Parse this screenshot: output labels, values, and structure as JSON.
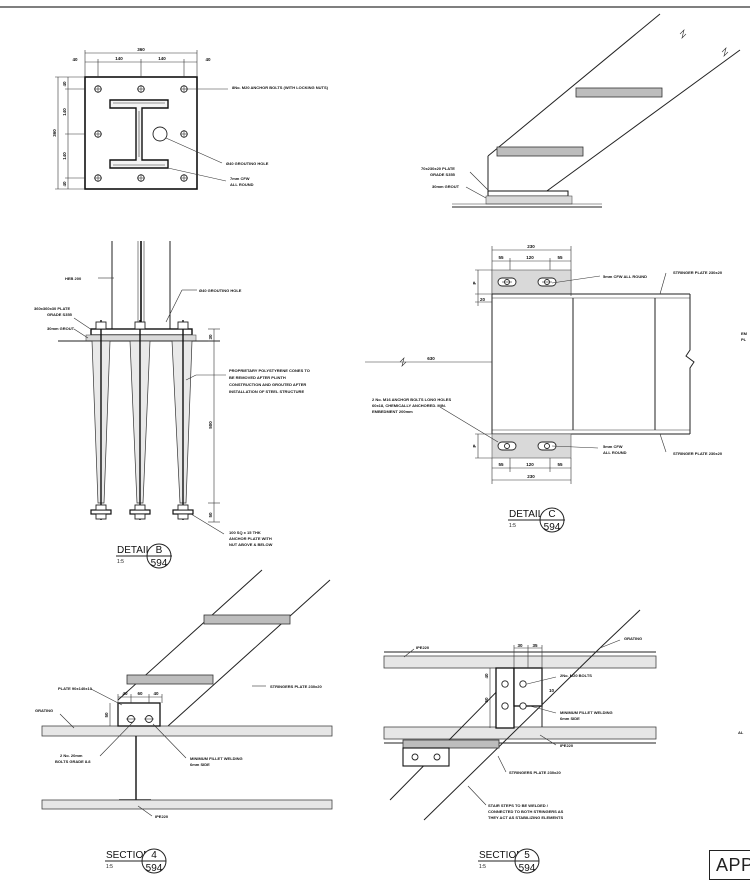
{
  "sheet": {
    "badge_text": "APP"
  },
  "plan": {
    "overall_width": "360",
    "edge_left": "40",
    "spacing_1": "140",
    "spacing_2": "140",
    "edge_right": "40",
    "overall_height": "360",
    "v_edge_top": "40",
    "v_spacing_1": "140",
    "v_spacing_2": "140",
    "v_edge_bottom": "40",
    "note_bolts": "8No. M20 ANCHOR BOLTS (WITH LOCKING NUTS)",
    "note_grout_hole": "Ø40 GROUTING HOLE",
    "note_weld_1": "7mm CFW",
    "note_weld_2": "ALL ROUND"
  },
  "stair_base": {
    "plate_1": "70x230x20 PLATE",
    "plate_2": "GRADE S355",
    "grout": "30mm GROUT"
  },
  "detail_b": {
    "column": "HEB 200",
    "grout_hole": "Ø40 GROUTING HOLE",
    "plate_1": "360x360x30 PLATE",
    "plate_2": "GRADE S355",
    "grout": "30mm GROUT",
    "note_1": "PROPRIETARY POLYSTYRENE CONES TO",
    "note_2": "BE REMOVED AFTER PLINTH",
    "note_3": "CONSTRUCTION AND GROUTED AFTER",
    "note_4": "INSTALLATION OF STEEL STRUCTURE",
    "dim_30": "30",
    "dim_500": "500",
    "dim_50": "50",
    "anchor_1": "100 SQ x 15 THK",
    "anchor_2": "ANCHOR PLATE WITH",
    "anchor_3": "NUT ABOVE & BELOW",
    "title": "DETAIL",
    "letter": "B",
    "scale": "1:5",
    "sheet_no": "594"
  },
  "detail_c": {
    "dim_top": "230",
    "dim_55a": "55",
    "dim_120": "120",
    "dim_55b": "55",
    "weld_top": "5mm CFW ALL ROUND",
    "stringer_top": "STRINGER PLATE 230x20",
    "dim_630": "630",
    "dim_20": "20",
    "anchor_1": "2 No. M16 ANCHOR BOLTS LONG HOLES",
    "anchor_2": "60x18, CHEMICALLY ANCHORED. MIN.",
    "anchor_3": "EMBEDMENT 200mm",
    "weld_bot_1": "5mm CFW",
    "weld_bot_2": "ALL ROUND",
    "stringer_bot": "STRINGER PLATE 230x20",
    "dim_bot": "230",
    "dim_55c": "55",
    "dim_120b": "120",
    "dim_55d": "55",
    "title": "DETAIL",
    "letter": "C",
    "scale": "1:5",
    "sheet_no": "594",
    "cut_label_1": "EM",
    "cut_label_2": "PL"
  },
  "section_4": {
    "plate": "PLATE 90x140x10",
    "grating": "GRATING",
    "dim_40a": "40",
    "dim_60": "60",
    "dim_40b": "40",
    "dim_50": "50",
    "bolts_1": "2 No. 20mm",
    "bolts_2": "BOLTS GRADE 8.8",
    "weld_1": "MINIMUM FILLET WELDING",
    "weld_2": "6mm SIDE",
    "stringers": "STRINGERS PLATE 230x20",
    "beam": "IPE220",
    "title": "SECTION",
    "number": "4",
    "scale": "1:5",
    "sheet_no": "594"
  },
  "section_5": {
    "beam_top": "IPE220",
    "grating": "GRATING",
    "dim_30": "30",
    "dim_35": "35",
    "dim_40": "40",
    "dim_50": "50",
    "dim_10": "10",
    "bolts": "2No. M20 BOLTS",
    "weld_1": "MINIMUM FILLET WELDING",
    "weld_2": "6mm SIDE",
    "beam_bot": "IPE220",
    "stringers": "STRINGERS PLATE 230x20",
    "note_1": "STAIR STEPS TO BE WELDED /",
    "note_2": "CONNECTED TO BOTH STRINGERS AS",
    "note_3": "THEY ACT AS STABILIZING ELEMENTS",
    "title": "SECTION",
    "number": "5",
    "scale": "1:5",
    "sheet_no": "594",
    "cut_label": "AL"
  }
}
